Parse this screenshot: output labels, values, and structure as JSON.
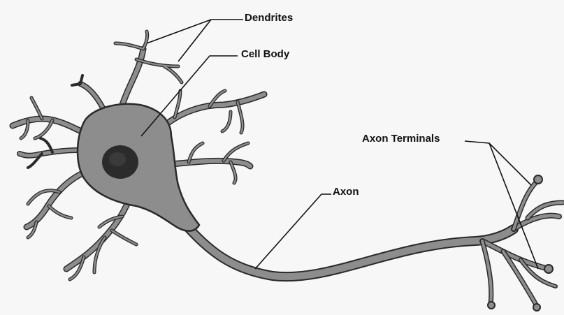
{
  "labels": {
    "dendrites": "Dendrites",
    "cell_body": "Cell Body",
    "axon": "Axon",
    "axon_terminals": "Axon Terminals"
  },
  "colors": {
    "background": "#f7f7f7",
    "membrane_outline": "#2a2a2a",
    "cytoplasm": "#8d8d8d",
    "nucleus": "#2b2b2b",
    "leader_line": "#111111"
  }
}
